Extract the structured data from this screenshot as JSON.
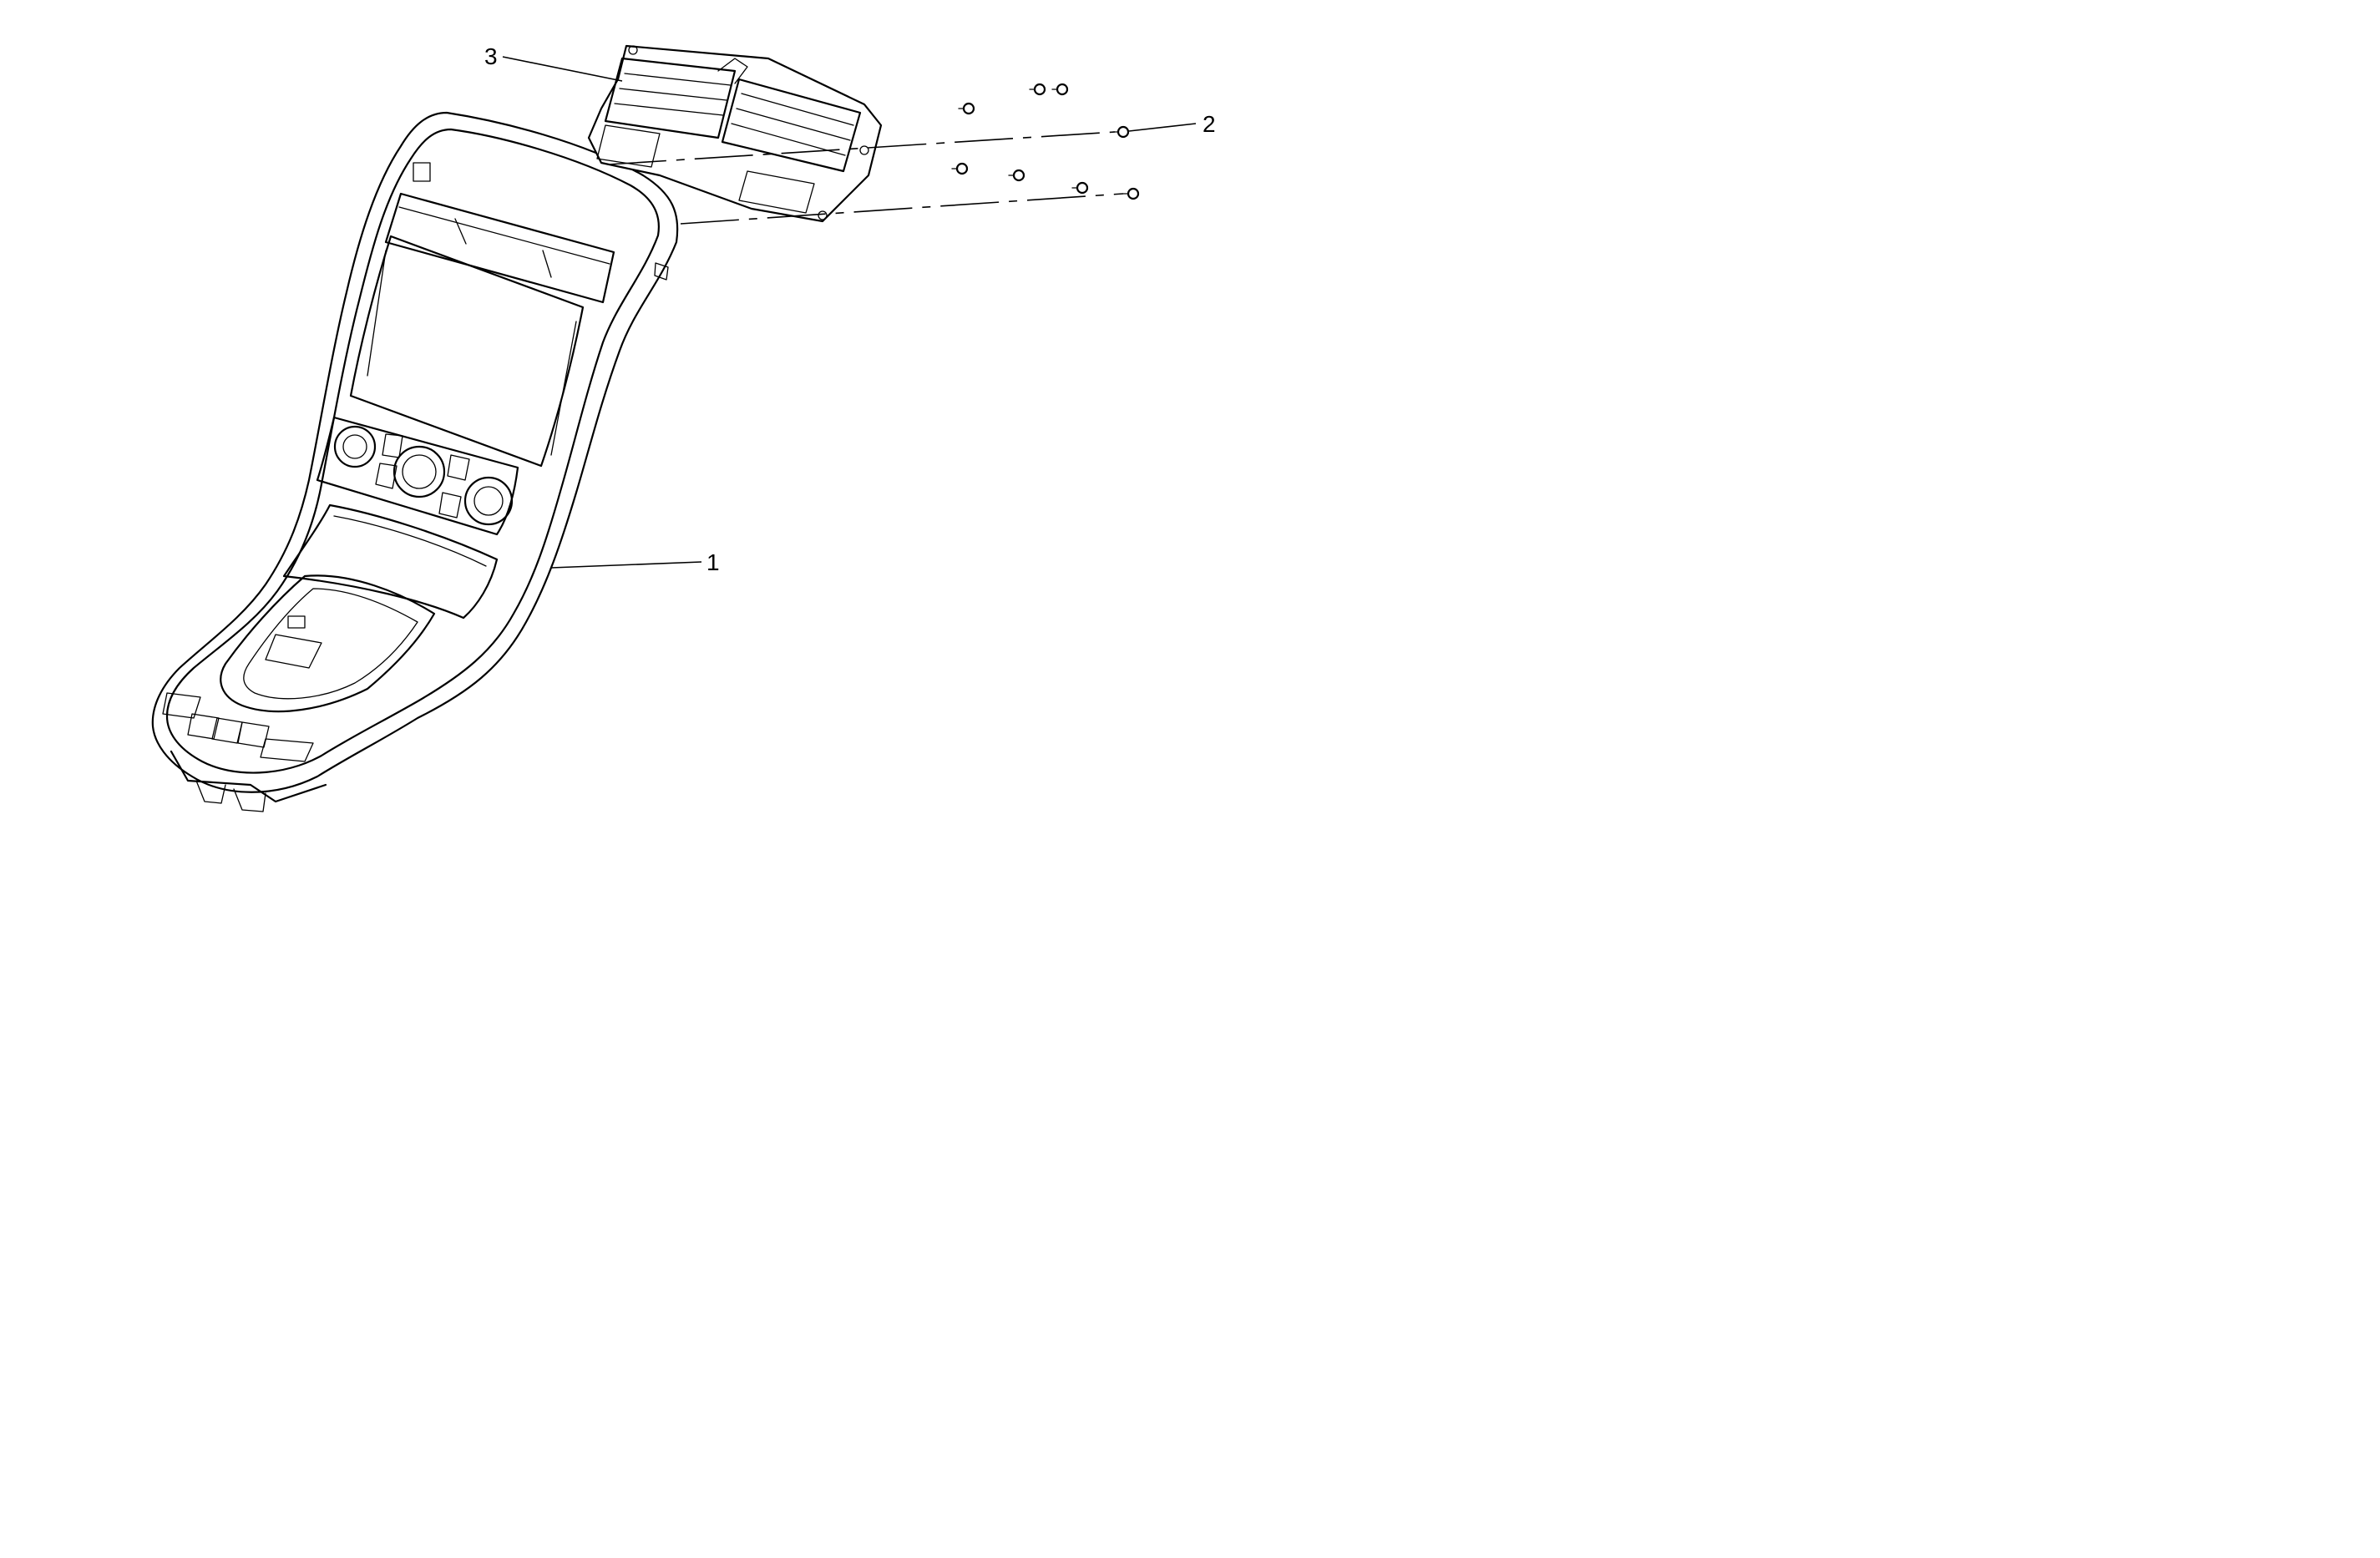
{
  "callouts": {
    "console_trim_plate": "1",
    "fastener": "2",
    "air_outlet_assembly": "3"
  }
}
